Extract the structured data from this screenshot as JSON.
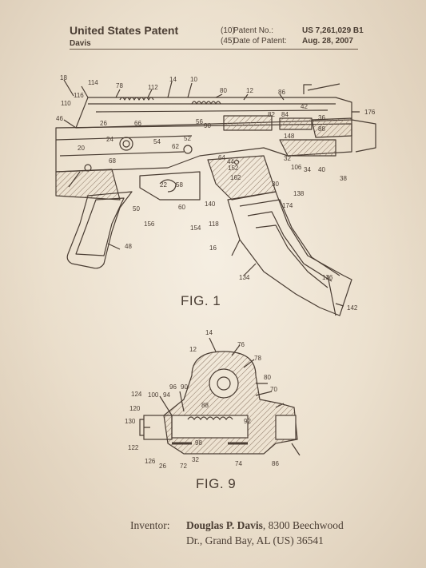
{
  "header": {
    "title": "United States Patent",
    "inventor_short": "Davis",
    "patent_no_code": "(10)",
    "patent_no_label": "Patent No.:",
    "patent_no_value": "US 7,261,029 B1",
    "date_code": "(45)",
    "date_label": "Date of Patent:",
    "date_value": "Aug. 28, 2007"
  },
  "figures": {
    "fig1_label": "FIG. 1",
    "fig9_label": "FIG. 9"
  },
  "fig1_refs": [
    "18",
    "114",
    "78",
    "112",
    "14",
    "10",
    "80",
    "12",
    "86",
    "116",
    "110",
    "42",
    "176",
    "46",
    "26",
    "66",
    "56",
    "90",
    "82",
    "84",
    "36",
    "88",
    "20",
    "24",
    "54",
    "52",
    "62",
    "64",
    "44",
    "148",
    "32",
    "106",
    "34",
    "40",
    "38",
    "68",
    "152",
    "162",
    "30",
    "138",
    "22",
    "58",
    "140",
    "174",
    "50",
    "60",
    "154",
    "118",
    "156",
    "48",
    "16",
    "134",
    "136",
    "142"
  ],
  "fig9_refs": [
    "14",
    "76",
    "12",
    "78",
    "80",
    "70",
    "96",
    "90",
    "124",
    "100",
    "94",
    "88",
    "120",
    "92",
    "130",
    "98",
    "122",
    "126",
    "72",
    "32",
    "74",
    "26",
    "86"
  ],
  "inventor": {
    "label": "Inventor:",
    "name": "Douglas P. Davis",
    "line1_rest": ", 8300 Beechwood",
    "line2": "Dr., Grand Bay, AL (US) 36541"
  },
  "colors": {
    "paper": "#efe6d6",
    "ink": "#4a3d33",
    "hatch": "#8a7563"
  }
}
